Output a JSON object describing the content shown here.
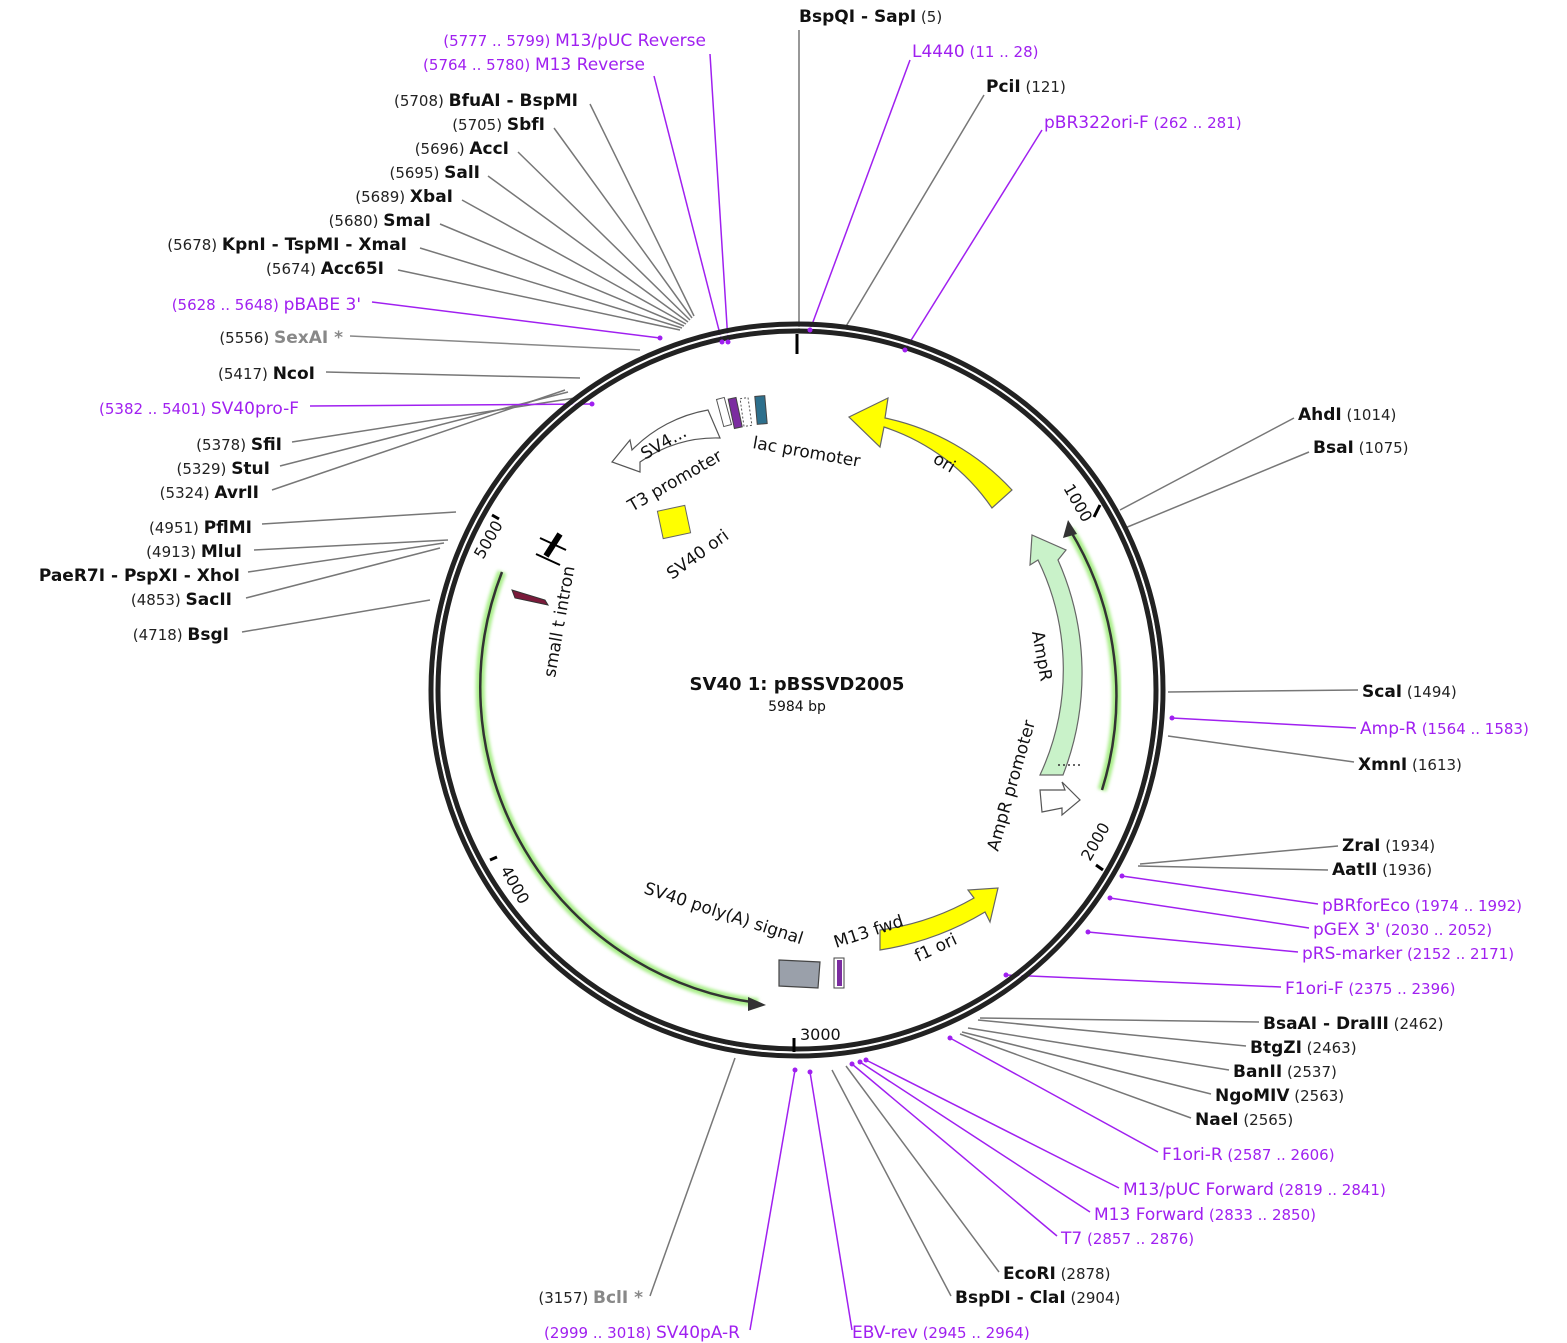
{
  "plasmid": {
    "name": "SV40 1: pBSSVD2005",
    "size": "5984 bp"
  },
  "colors": {
    "primer": "#a020f0",
    "site": "#111111",
    "site_dim": "#888888",
    "ori": "#ffff00",
    "ampr": "#c9f2c9",
    "gene_track": "#88e070"
  },
  "ticks": [
    "1000",
    "2000",
    "3000",
    "4000",
    "5000"
  ],
  "features": {
    "ori": "ori",
    "ampr": "AmpR",
    "ampr_promoter": "AmpR promoter",
    "f1_ori": "f1 ori",
    "m13_fwd": "M13 fwd",
    "sv40_polya": "SV40 poly(A) signal",
    "sv40_ori": "SV40 ori",
    "small_t_intron": "small t intron",
    "sv40_promoter": "SV4...",
    "t3_promoter": "T3 promoter",
    "lac_promoter": "lac promoter"
  },
  "labels": [
    {
      "key": "bspqi",
      "parts": [
        {
          "t": "BspQI",
          "k": "e"
        },
        {
          "t": "  -  ",
          "k": "e"
        },
        {
          "t": "SapI",
          "k": "e"
        },
        {
          "t": "   (5)",
          "k": "n"
        }
      ]
    },
    {
      "key": "l4440",
      "parts": [
        {
          "t": "L4440",
          "k": "p"
        },
        {
          "t": "   (11 .. 28)",
          "k": "pn"
        }
      ]
    },
    {
      "key": "pcii",
      "parts": [
        {
          "t": "PciI",
          "k": "e"
        },
        {
          "t": "   (121)",
          "k": "n"
        }
      ]
    },
    {
      "key": "pbr322",
      "parts": [
        {
          "t": "pBR322ori-F",
          "k": "p"
        },
        {
          "t": "   (262 .. 281)",
          "k": "pn"
        }
      ]
    },
    {
      "key": "ahdi",
      "parts": [
        {
          "t": "AhdI",
          "k": "e"
        },
        {
          "t": "   (1014)",
          "k": "n"
        }
      ]
    },
    {
      "key": "bsai",
      "parts": [
        {
          "t": "BsaI",
          "k": "e"
        },
        {
          "t": "   (1075)",
          "k": "n"
        }
      ]
    },
    {
      "key": "scai",
      "parts": [
        {
          "t": "ScaI",
          "k": "e"
        },
        {
          "t": "   (1494)",
          "k": "n"
        }
      ]
    },
    {
      "key": "ampr_primer",
      "parts": [
        {
          "t": "Amp-R",
          "k": "p"
        },
        {
          "t": "   (1564 .. 1583)",
          "k": "pn"
        }
      ]
    },
    {
      "key": "xmni",
      "parts": [
        {
          "t": "XmnI",
          "k": "e"
        },
        {
          "t": "   (1613)",
          "k": "n"
        }
      ]
    },
    {
      "key": "zrai",
      "parts": [
        {
          "t": "ZraI",
          "k": "e"
        },
        {
          "t": "   (1934)",
          "k": "n"
        }
      ]
    },
    {
      "key": "aatii",
      "parts": [
        {
          "t": "AatII",
          "k": "e"
        },
        {
          "t": "   (1936)",
          "k": "n"
        }
      ]
    },
    {
      "key": "pbrforeco",
      "parts": [
        {
          "t": "pBRforEco",
          "k": "p"
        },
        {
          "t": "   (1974 .. 1992)",
          "k": "pn"
        }
      ]
    },
    {
      "key": "pgex3",
      "parts": [
        {
          "t": "pGEX 3'",
          "k": "p"
        },
        {
          "t": "   (2030 .. 2052)",
          "k": "pn"
        }
      ]
    },
    {
      "key": "prsmarker",
      "parts": [
        {
          "t": "pRS-marker",
          "k": "p"
        },
        {
          "t": "   (2152 .. 2171)",
          "k": "pn"
        }
      ]
    },
    {
      "key": "f1orif",
      "parts": [
        {
          "t": "F1ori-F",
          "k": "p"
        },
        {
          "t": "   (2375 .. 2396)",
          "k": "pn"
        }
      ]
    },
    {
      "key": "bsaai",
      "parts": [
        {
          "t": "BsaAI",
          "k": "e"
        },
        {
          "t": "  -  ",
          "k": "e"
        },
        {
          "t": "DraIII",
          "k": "e"
        },
        {
          "t": "   (2462)",
          "k": "n"
        }
      ]
    },
    {
      "key": "btgzi",
      "parts": [
        {
          "t": "BtgZI",
          "k": "e"
        },
        {
          "t": "   (2463)",
          "k": "n"
        }
      ]
    },
    {
      "key": "banii",
      "parts": [
        {
          "t": "BanII",
          "k": "e"
        },
        {
          "t": "   (2537)",
          "k": "n"
        }
      ]
    },
    {
      "key": "ngomiv",
      "parts": [
        {
          "t": "NgoMIV",
          "k": "e"
        },
        {
          "t": "   (2563)",
          "k": "n"
        }
      ]
    },
    {
      "key": "naei",
      "parts": [
        {
          "t": "NaeI",
          "k": "e"
        },
        {
          "t": "   (2565)",
          "k": "n"
        }
      ]
    },
    {
      "key": "f1orir",
      "parts": [
        {
          "t": "F1ori-R",
          "k": "p"
        },
        {
          "t": "   (2587 .. 2606)",
          "k": "pn"
        }
      ]
    },
    {
      "key": "m13pucf",
      "parts": [
        {
          "t": "M13/pUC Forward",
          "k": "p"
        },
        {
          "t": "   (2819 .. 2841)",
          "k": "pn"
        }
      ]
    },
    {
      "key": "m13f",
      "parts": [
        {
          "t": "M13 Forward",
          "k": "p"
        },
        {
          "t": "   (2833 .. 2850)",
          "k": "pn"
        }
      ]
    },
    {
      "key": "t7",
      "parts": [
        {
          "t": "T7",
          "k": "p"
        },
        {
          "t": "   (2857 .. 2876)",
          "k": "pn"
        }
      ]
    },
    {
      "key": "ecori",
      "parts": [
        {
          "t": "EcoRI",
          "k": "e"
        },
        {
          "t": "   (2878)",
          "k": "n"
        }
      ]
    },
    {
      "key": "bspdi",
      "parts": [
        {
          "t": "BspDI",
          "k": "e"
        },
        {
          "t": "  -  ",
          "k": "e"
        },
        {
          "t": "ClaI",
          "k": "e"
        },
        {
          "t": "   (2904)",
          "k": "n"
        }
      ]
    },
    {
      "key": "ebvrev",
      "parts": [
        {
          "t": "EBV-rev",
          "k": "p"
        },
        {
          "t": "   (2945 .. 2964)",
          "k": "pn"
        }
      ]
    },
    {
      "key": "bcli",
      "parts": [
        {
          "t": "(3157)   ",
          "k": "n"
        },
        {
          "t": "BclI *",
          "k": "d"
        }
      ]
    },
    {
      "key": "sv40par",
      "parts": [
        {
          "t": "(2999 .. 3018)   ",
          "k": "pn"
        },
        {
          "t": "SV40pA-R",
          "k": "p"
        }
      ]
    },
    {
      "key": "bsgi",
      "parts": [
        {
          "t": "(4718)   ",
          "k": "n"
        },
        {
          "t": "BsgI",
          "k": "e"
        }
      ]
    },
    {
      "key": "sacii",
      "parts": [
        {
          "t": "(4853)   ",
          "k": "n"
        },
        {
          "t": "SacII",
          "k": "e"
        }
      ]
    },
    {
      "key": "paer7i",
      "parts": [
        {
          "t": "PaeR7I",
          "k": "e"
        },
        {
          "t": "  -  ",
          "k": "e"
        },
        {
          "t": "PspXI",
          "k": "e"
        },
        {
          "t": "  -  ",
          "k": "e"
        },
        {
          "t": "XhoI",
          "k": "e"
        }
      ]
    },
    {
      "key": "mlui",
      "parts": [
        {
          "t": "(4913)   ",
          "k": "n"
        },
        {
          "t": "MluI",
          "k": "e"
        }
      ]
    },
    {
      "key": "pflmi",
      "parts": [
        {
          "t": "(4951)   ",
          "k": "n"
        },
        {
          "t": "PflMI",
          "k": "e"
        }
      ]
    },
    {
      "key": "avrii",
      "parts": [
        {
          "t": "(5324)   ",
          "k": "n"
        },
        {
          "t": "AvrII",
          "k": "e"
        }
      ]
    },
    {
      "key": "stui",
      "parts": [
        {
          "t": "(5329)   ",
          "k": "n"
        },
        {
          "t": "StuI",
          "k": "e"
        }
      ]
    },
    {
      "key": "sfii",
      "parts": [
        {
          "t": "(5378)   ",
          "k": "n"
        },
        {
          "t": "SfiI",
          "k": "e"
        }
      ]
    },
    {
      "key": "sv40prof",
      "parts": [
        {
          "t": "(5382 .. 5401)   ",
          "k": "pn"
        },
        {
          "t": "SV40pro-F",
          "k": "p"
        }
      ]
    },
    {
      "key": "ncoi",
      "parts": [
        {
          "t": "(5417)   ",
          "k": "n"
        },
        {
          "t": "NcoI",
          "k": "e"
        }
      ]
    },
    {
      "key": "sexai",
      "parts": [
        {
          "t": "(5556)   ",
          "k": "n"
        },
        {
          "t": "SexAI *",
          "k": "d"
        }
      ]
    },
    {
      "key": "pbabe3",
      "parts": [
        {
          "t": "(5628 .. 5648)   ",
          "k": "pn"
        },
        {
          "t": "pBABE 3'",
          "k": "p"
        }
      ]
    },
    {
      "key": "acc65i",
      "parts": [
        {
          "t": "(5674)   ",
          "k": "n"
        },
        {
          "t": "Acc65I",
          "k": "e"
        }
      ]
    },
    {
      "key": "kpni",
      "parts": [
        {
          "t": "(5678)   ",
          "k": "n"
        },
        {
          "t": "KpnI",
          "k": "e"
        },
        {
          "t": "  -  ",
          "k": "e"
        },
        {
          "t": "TspMI",
          "k": "e"
        },
        {
          "t": "  -  ",
          "k": "e"
        },
        {
          "t": "XmaI",
          "k": "e"
        }
      ]
    },
    {
      "key": "smai",
      "parts": [
        {
          "t": "(5680)   ",
          "k": "n"
        },
        {
          "t": "SmaI",
          "k": "e"
        }
      ]
    },
    {
      "key": "xbai",
      "parts": [
        {
          "t": "(5689)   ",
          "k": "n"
        },
        {
          "t": "XbaI",
          "k": "e"
        }
      ]
    },
    {
      "key": "sali",
      "parts": [
        {
          "t": "(5695)   ",
          "k": "n"
        },
        {
          "t": "SalI",
          "k": "e"
        }
      ]
    },
    {
      "key": "acci",
      "parts": [
        {
          "t": "(5696)   ",
          "k": "n"
        },
        {
          "t": "AccI",
          "k": "e"
        }
      ]
    },
    {
      "key": "sbfi",
      "parts": [
        {
          "t": "(5705)   ",
          "k": "n"
        },
        {
          "t": "SbfI",
          "k": "e"
        }
      ]
    },
    {
      "key": "bfuai",
      "parts": [
        {
          "t": "(5708)   ",
          "k": "n"
        },
        {
          "t": "BfuAI",
          "k": "e"
        },
        {
          "t": "  -  ",
          "k": "e"
        },
        {
          "t": "BspMI",
          "k": "e"
        }
      ]
    },
    {
      "key": "m13rev",
      "parts": [
        {
          "t": "(5764 .. 5780)   ",
          "k": "pn"
        },
        {
          "t": "M13 Reverse",
          "k": "p"
        }
      ]
    },
    {
      "key": "m13pucrev",
      "parts": [
        {
          "t": "(5777 .. 5799)   ",
          "k": "pn"
        },
        {
          "t": "M13/pUC Reverse",
          "k": "p"
        }
      ]
    }
  ]
}
